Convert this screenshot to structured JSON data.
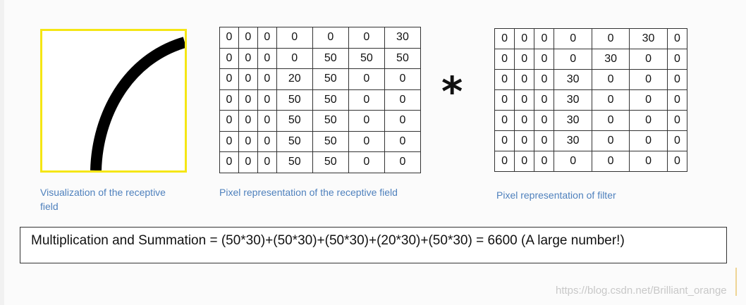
{
  "visualization": {
    "caption": "Visualization of the receptive field",
    "border_color": "#f5e614"
  },
  "receptive_field": {
    "caption": "Pixel representation of the receptive field",
    "matrix": [
      [
        "0",
        "0",
        "0",
        "0",
        "0",
        "0",
        "30"
      ],
      [
        "0",
        "0",
        "0",
        "0",
        "50",
        "50",
        "50"
      ],
      [
        "0",
        "0",
        "0",
        "20",
        "50",
        "0",
        "0"
      ],
      [
        "0",
        "0",
        "0",
        "50",
        "50",
        "0",
        "0"
      ],
      [
        "0",
        "0",
        "0",
        "50",
        "50",
        "0",
        "0"
      ],
      [
        "0",
        "0",
        "0",
        "50",
        "50",
        "0",
        "0"
      ],
      [
        "0",
        "0",
        "0",
        "50",
        "50",
        "0",
        "0"
      ]
    ]
  },
  "operator": "*",
  "filter": {
    "caption": "Pixel representation of filter",
    "matrix": [
      [
        "0",
        "0",
        "0",
        "0",
        "0",
        "30",
        "0"
      ],
      [
        "0",
        "0",
        "0",
        "0",
        "30",
        "0",
        "0"
      ],
      [
        "0",
        "0",
        "0",
        "30",
        "0",
        "0",
        "0"
      ],
      [
        "0",
        "0",
        "0",
        "30",
        "0",
        "0",
        "0"
      ],
      [
        "0",
        "0",
        "0",
        "30",
        "0",
        "0",
        "0"
      ],
      [
        "0",
        "0",
        "0",
        "30",
        "0",
        "0",
        "0"
      ],
      [
        "0",
        "0",
        "0",
        "0",
        "0",
        "0",
        "0"
      ]
    ]
  },
  "formula": "Multiplication and Summation = (50*30)+(50*30)+(50*30)+(20*30)+(50*30) = 6600 (A large number!)",
  "watermark": "https://blog.csdn.net/Brilliant_orange",
  "caption_color": "#4f81bd"
}
